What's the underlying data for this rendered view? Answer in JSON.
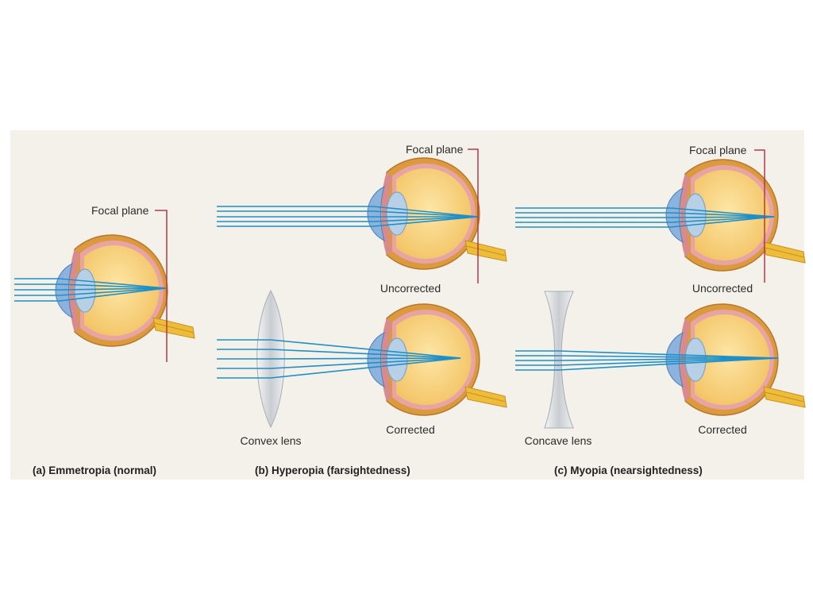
{
  "labels": {
    "focal_plane": "Focal plane",
    "uncorrected": "Uncorrected",
    "corrected": "Corrected",
    "convex_lens": "Convex lens",
    "concave_lens": "Concave lens"
  },
  "captions": {
    "a": "(a) Emmetropia (normal)",
    "b": "(b) Hyperopia (farsightedness)",
    "c": "(c) Myopia (nearsightedness)"
  },
  "colors": {
    "panel_background": "#f4f1ea",
    "light_ray": "#1f8fc7",
    "focal_plane_line": "#b23a48",
    "vitreous": "#f6cf78",
    "sclera": "#d88a2c",
    "cornea": "#6b9fd6",
    "optic_nerve": "#e8b437",
    "lens_glass": "#d9dcdf"
  }
}
